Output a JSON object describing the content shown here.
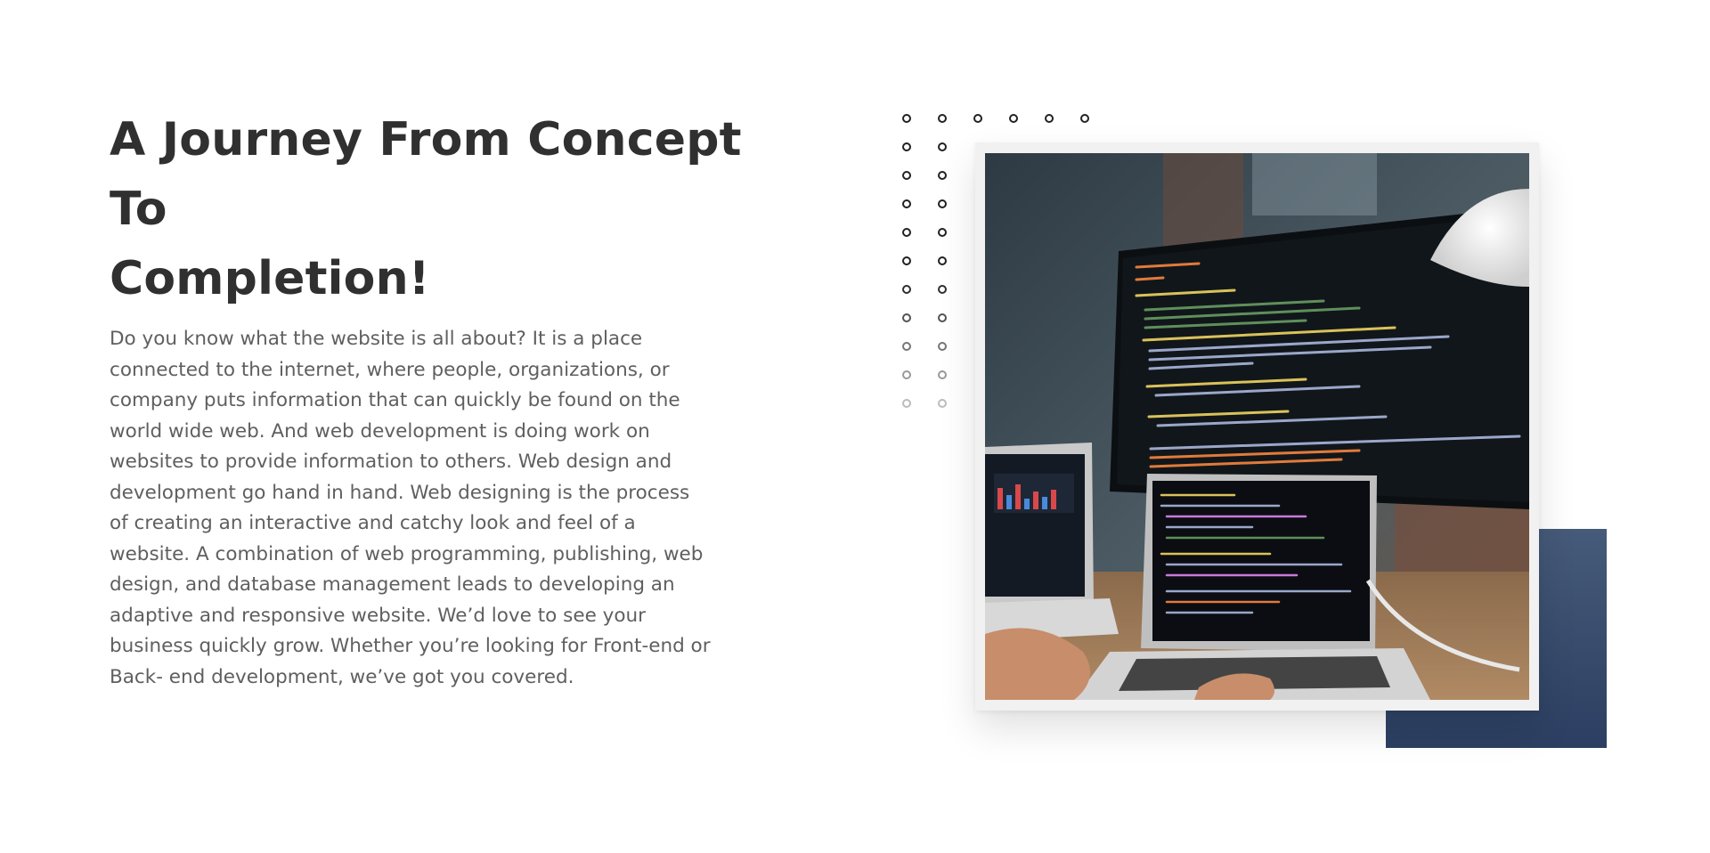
{
  "section": {
    "title_line1": "A Journey From Concept To",
    "title_line2": "Completion!",
    "body_lines": [
      "Do you know what the website is all about? It is a place",
      "connected to the internet, where people, organizations, or",
      "company puts information that can quickly be found on the",
      "world wide web. And web development is doing work on",
      "websites to provide information to others. Web design and",
      "development go hand in hand. Web designing is the process",
      "of creating an interactive and catchy look and feel of a",
      "website. A combination of web programming, publishing, web",
      "design, and database management leads to developing an",
      "adaptive and responsive website. We’d love to see your",
      "business quickly grow. Whether you’re looking for Front-end or",
      "Back- end development, we’ve got you covered."
    ]
  },
  "image": {
    "icon": "developer-workspace-photo",
    "accent_color": "#3c5072"
  }
}
